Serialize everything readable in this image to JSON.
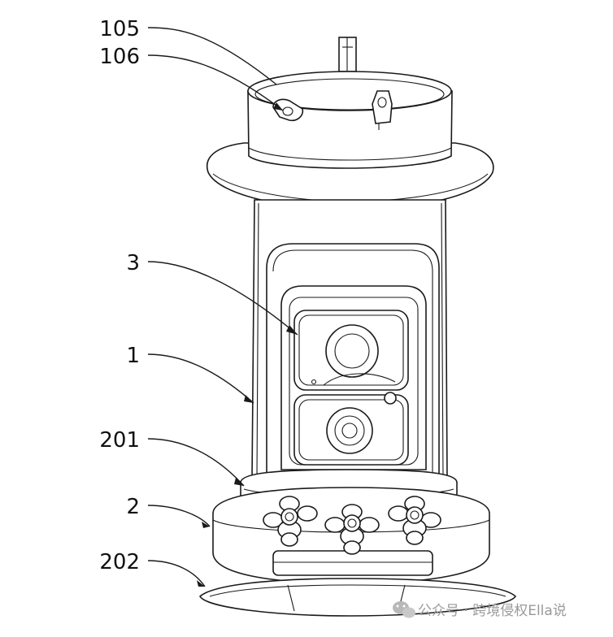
{
  "labels": {
    "l105": "105",
    "l106": "106",
    "l3": "3",
    "l1": "1",
    "l201": "201",
    "l2": "2",
    "l202": "202"
  },
  "watermark": {
    "text": "公众号 · 跨境侵权Ella说",
    "icon": "wechat-icon"
  }
}
